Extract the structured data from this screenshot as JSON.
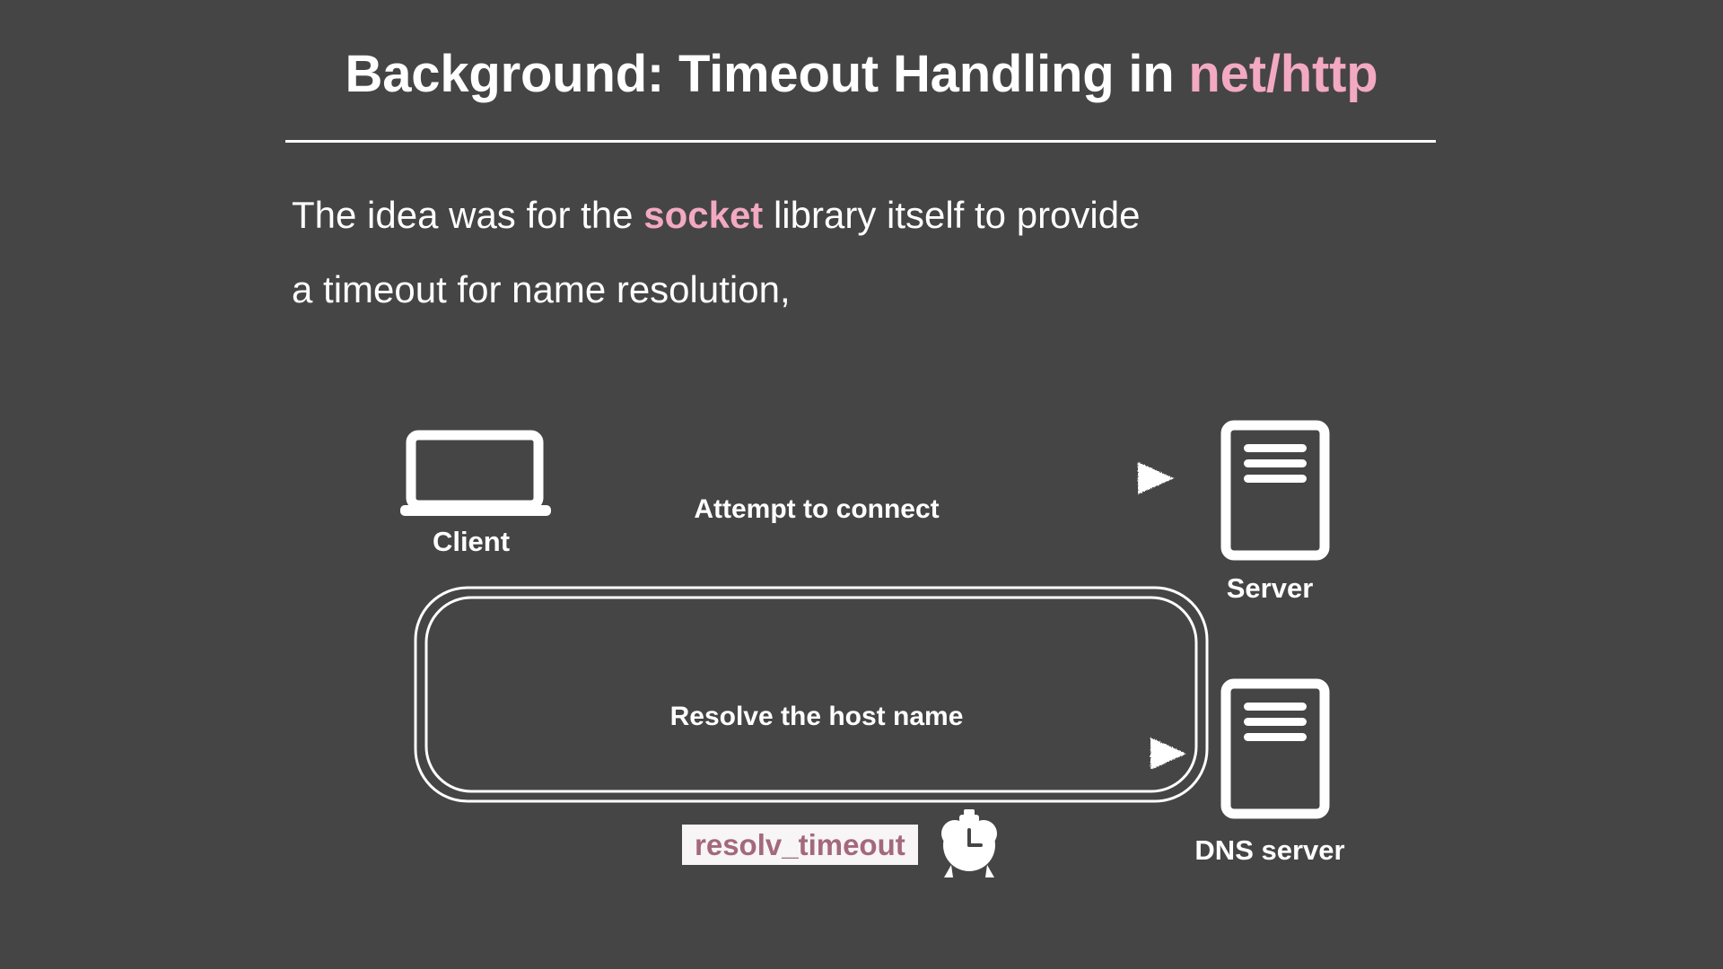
{
  "slide": {
    "background_color": "#454545",
    "accent_color": "#f3a9c2",
    "title": {
      "plain_prefix": "Background: Timeout Handling in ",
      "accent": "net/http",
      "full": "Background: Timeout Handling in net/http"
    },
    "body": {
      "line1_prefix": "The idea was for the ",
      "line1_accent": "socket",
      "line1_suffix": " library itself to provide",
      "line2": "a timeout for name resolution,",
      "full": "The idea was for the socket library itself to provide a timeout for name resolution,"
    }
  },
  "diagram": {
    "nodes": {
      "client": {
        "label": "Client",
        "icon": "laptop-icon"
      },
      "server": {
        "label": "Server",
        "icon": "server-icon"
      },
      "dns_server": {
        "label": "DNS server",
        "icon": "server-icon"
      }
    },
    "edges": {
      "connect": {
        "label": "Attempt to connect",
        "from": "client",
        "to": "server"
      },
      "resolve": {
        "label": "Resolve the host name",
        "from": "client",
        "to": "dns_server"
      }
    },
    "timeout": {
      "chip_label": "resolv_timeout",
      "chip_text_color": "#a4687c",
      "chip_background": "#f7f5f6",
      "icon": "alarm-clock-icon"
    }
  }
}
